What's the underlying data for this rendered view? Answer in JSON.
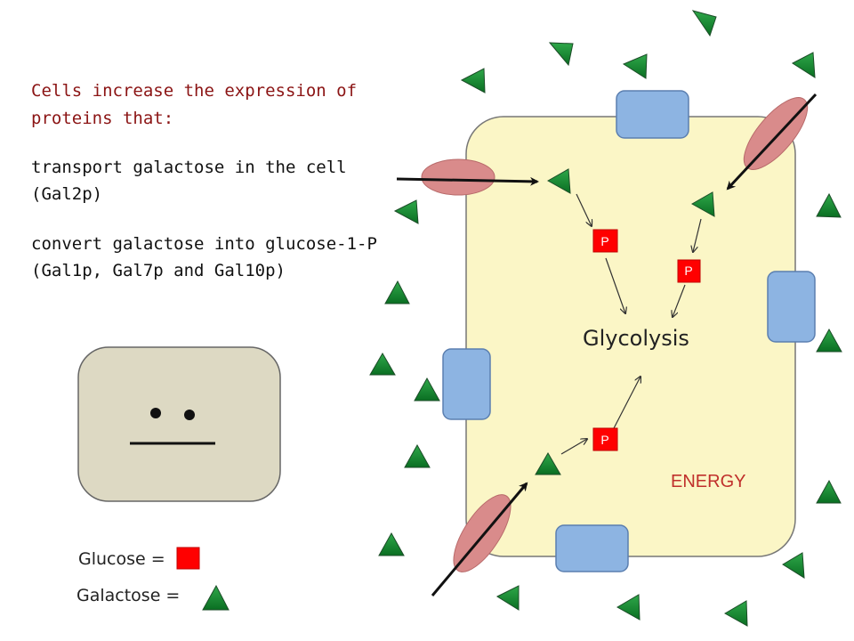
{
  "intro_text": "Cells increase the expression of",
  "intro_text_2": "proteins that:",
  "item1_line1": "transport galactose in the cell",
  "item1_line2": "(Gal2p)",
  "item2_line1": "convert galactose into glucose-1-P",
  "item2_line2": "(Gal1p, Gal7p and Gal10p)",
  "glycolysis_label": "Glycolysis",
  "energy_label": "ENERGY",
  "phosphate_label": "P",
  "legend": {
    "glucose_label": "Glucose =",
    "galactose_label": "Galactose ="
  },
  "colors": {
    "cell_fill": "#fbf6c6",
    "transporter_fill": "#d98b8b",
    "channel_fill": "#8db4e2",
    "glucose": "#ff0000",
    "galactose": "#0a8a2a",
    "face_fill": "#ddd9c3",
    "text_red": "#8b1414"
  },
  "icons": {
    "galactose": "green-triangle",
    "glucose": "red-square",
    "face": "neutral-face"
  }
}
